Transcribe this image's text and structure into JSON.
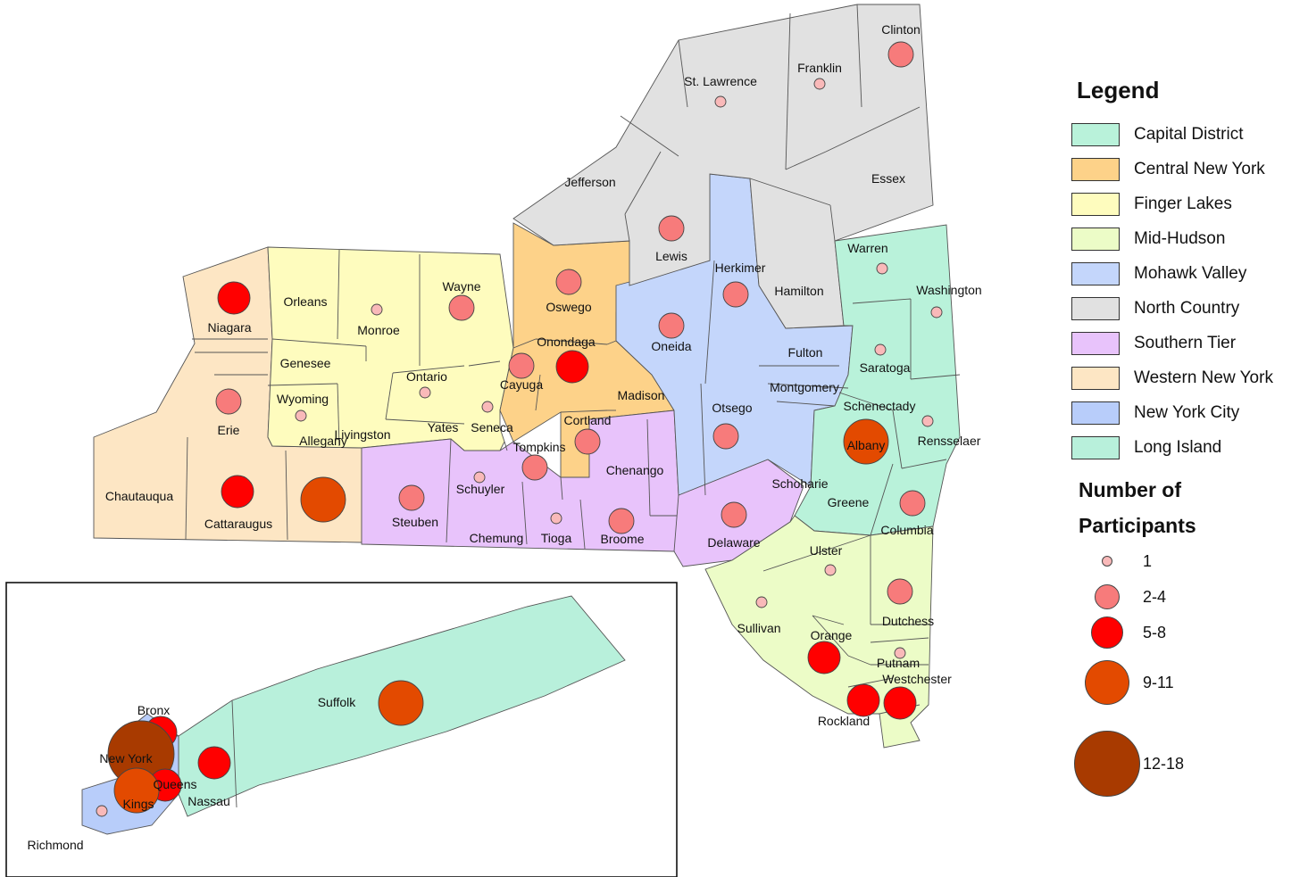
{
  "legend": {
    "title": "Legend",
    "regions": [
      {
        "label": "Capital District",
        "color": "#b9f2da"
      },
      {
        "label": "Central New York",
        "color": "#fdd289"
      },
      {
        "label": "Finger Lakes",
        "color": "#fefcbe"
      },
      {
        "label": "Mid-Hudson",
        "color": "#ecfcc7"
      },
      {
        "label": "Mohawk Valley",
        "color": "#c4d6fb"
      },
      {
        "label": "North Country",
        "color": "#e1e1e1"
      },
      {
        "label": "Southern Tier",
        "color": "#e8c3fb"
      },
      {
        "label": "Western New York",
        "color": "#fde6c4"
      },
      {
        "label": "New York City",
        "color": "#b8cdfa"
      },
      {
        "label": "Long Island",
        "color": "#b8f0db"
      }
    ],
    "participants_title_1": "Number of",
    "participants_title_2": "Participants",
    "participant_classes": [
      {
        "label": "1",
        "color": "#f9b9b9"
      },
      {
        "label": "2-4",
        "color": "#f77b7b"
      },
      {
        "label": "5-8",
        "color": "#ff0000"
      },
      {
        "label": "9-11",
        "color": "#e34a00"
      },
      {
        "label": "12-18",
        "color": "#a83a00"
      }
    ]
  },
  "counties": [
    {
      "name": "Clinton",
      "class": 1
    },
    {
      "name": "Franklin",
      "class": 0
    },
    {
      "name": "St. Lawrence",
      "class": 0
    },
    {
      "name": "Jefferson",
      "class": null
    },
    {
      "name": "Essex",
      "class": null
    },
    {
      "name": "Lewis",
      "class": 1
    },
    {
      "name": "Hamilton",
      "class": null
    },
    {
      "name": "Herkimer",
      "class": 1
    },
    {
      "name": "Warren",
      "class": 0
    },
    {
      "name": "Washington",
      "class": 0
    },
    {
      "name": "Niagara",
      "class": 2
    },
    {
      "name": "Orleans",
      "class": null
    },
    {
      "name": "Monroe",
      "class": 0
    },
    {
      "name": "Wayne",
      "class": 1
    },
    {
      "name": "Oswego",
      "class": 1
    },
    {
      "name": "Oneida",
      "class": 1
    },
    {
      "name": "Onondaga",
      "class": 2
    },
    {
      "name": "Genesee",
      "class": null
    },
    {
      "name": "Fulton",
      "class": null
    },
    {
      "name": "Saratoga",
      "class": 0
    },
    {
      "name": "Erie",
      "class": 1
    },
    {
      "name": "Wyoming",
      "class": 0
    },
    {
      "name": "Ontario",
      "class": 0
    },
    {
      "name": "Cayuga",
      "class": 1
    },
    {
      "name": "Madison",
      "class": null
    },
    {
      "name": "Montgomery",
      "class": null
    },
    {
      "name": "Livingston",
      "class": null
    },
    {
      "name": "Yates",
      "class": null
    },
    {
      "name": "Seneca",
      "class": 0
    },
    {
      "name": "Schenectady",
      "class": null
    },
    {
      "name": "Rensselaer",
      "class": 0
    },
    {
      "name": "Cortland",
      "class": 1
    },
    {
      "name": "Otsego",
      "class": 1
    },
    {
      "name": "Albany",
      "class": 3
    },
    {
      "name": "Tompkins",
      "class": 1
    },
    {
      "name": "Chenango",
      "class": null
    },
    {
      "name": "Schoharie",
      "class": null
    },
    {
      "name": "Schuyler",
      "class": 0
    },
    {
      "name": "Allegany",
      "class": 3
    },
    {
      "name": "Chautauqua",
      "class": null
    },
    {
      "name": "Cattaraugus",
      "class": 2
    },
    {
      "name": "Steuben",
      "class": 1
    },
    {
      "name": "Chemung",
      "class": null
    },
    {
      "name": "Tioga",
      "class": 0
    },
    {
      "name": "Broome",
      "class": 1
    },
    {
      "name": "Delaware",
      "class": 1
    },
    {
      "name": "Greene",
      "class": null
    },
    {
      "name": "Columbia",
      "class": 1
    },
    {
      "name": "Ulster",
      "class": 0
    },
    {
      "name": "Dutchess",
      "class": 1
    },
    {
      "name": "Sullivan",
      "class": 0
    },
    {
      "name": "Orange",
      "class": 2
    },
    {
      "name": "Putnam",
      "class": 0
    },
    {
      "name": "Westchester",
      "class": 2
    },
    {
      "name": "Rockland",
      "class": 2
    },
    {
      "name": "Suffolk",
      "class": 3
    },
    {
      "name": "Bronx",
      "class": 2
    },
    {
      "name": "New York",
      "class": 4
    },
    {
      "name": "Queens",
      "class": 2
    },
    {
      "name": "Kings",
      "class": 3
    },
    {
      "name": "Nassau",
      "class": 2
    },
    {
      "name": "Richmond",
      "class": 0
    }
  ]
}
